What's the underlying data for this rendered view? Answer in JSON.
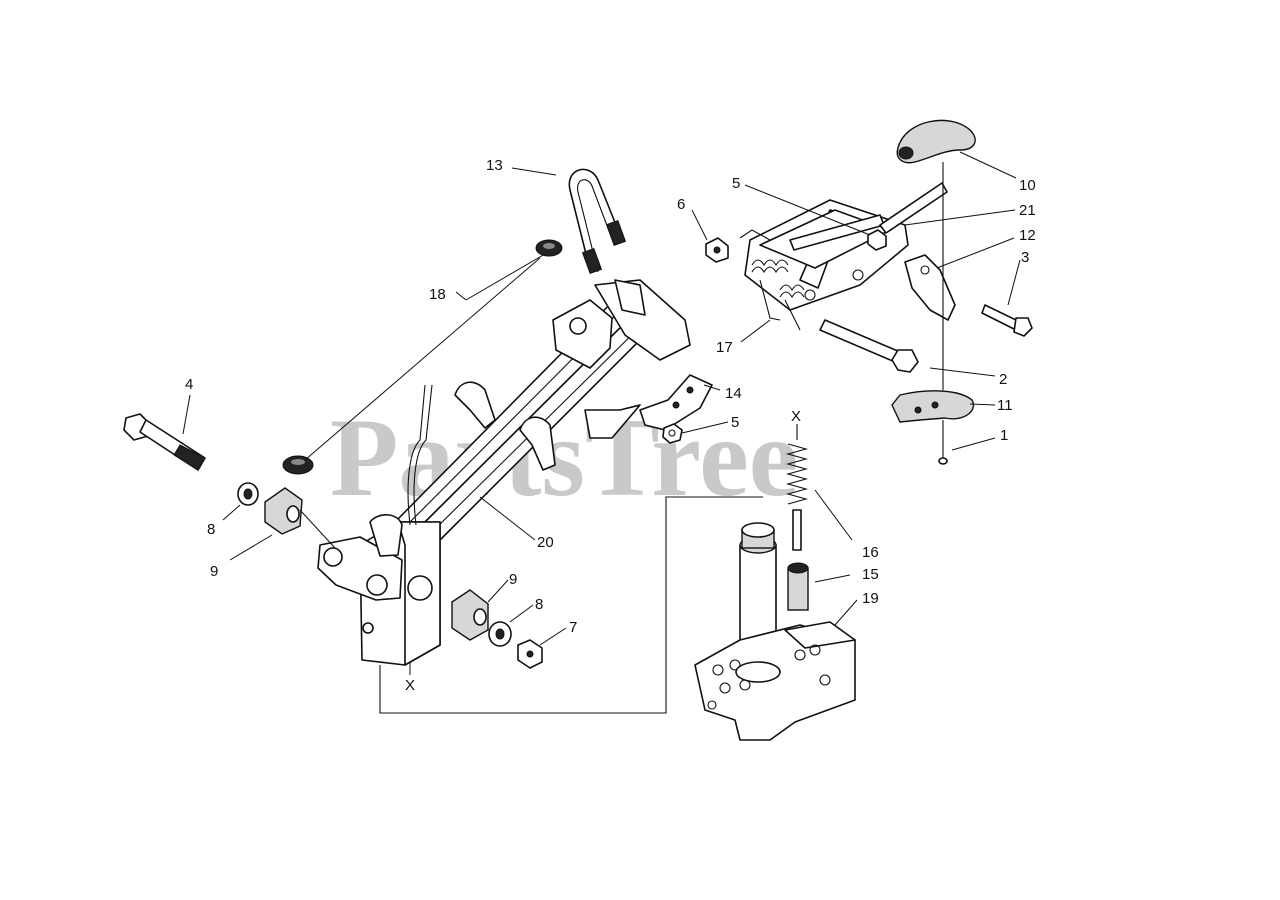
{
  "watermark": "PartsTree",
  "labels": {
    "p1": "1",
    "p2": "2",
    "p3": "3",
    "p4": "4",
    "p5a": "5",
    "p5b": "5",
    "p6": "6",
    "p7": "7",
    "p8a": "8",
    "p8b": "8",
    "p9a": "9",
    "p9b": "9",
    "p10": "10",
    "p11": "11",
    "p12": "12",
    "p13": "13",
    "p14": "14",
    "p15": "15",
    "p16": "16",
    "p17": "17",
    "p18": "18",
    "p19": "19",
    "p20": "20",
    "p21": "21",
    "xa": "X",
    "xb": "X"
  }
}
